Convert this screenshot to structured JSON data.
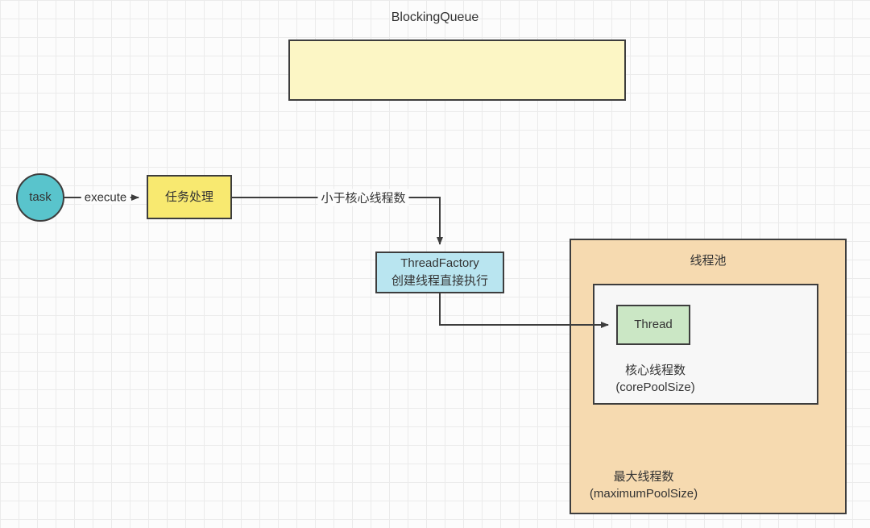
{
  "diagram": {
    "title": "BlockingQueue",
    "nodes": {
      "task": {
        "label": "task"
      },
      "task_processing": {
        "label": "任务处理"
      },
      "thread_factory": {
        "line1": "ThreadFactory",
        "line2": "创建线程直接执行"
      },
      "thread": {
        "label": "Thread"
      },
      "thread_pool": {
        "label": "线程池"
      },
      "core_pool": {
        "line1": "核心线程数",
        "line2": "(corePoolSize)"
      },
      "max_pool": {
        "line1": "最大线程数",
        "line2": "(maximumPoolSize)"
      }
    },
    "edges": {
      "execute": {
        "label": "execute"
      },
      "less_than_core": {
        "label": "小于核心线程数"
      }
    },
    "colors": {
      "queue_fill": "#fcf6c5",
      "task_fill": "#59c4cc",
      "process_fill": "#f8e970",
      "factory_fill": "#b9e5f0",
      "thread_fill": "#cbe7c5",
      "pool_fill": "#f6dab0",
      "core_fill": "#f7f7f7",
      "stroke": "#3d3d3d"
    }
  }
}
